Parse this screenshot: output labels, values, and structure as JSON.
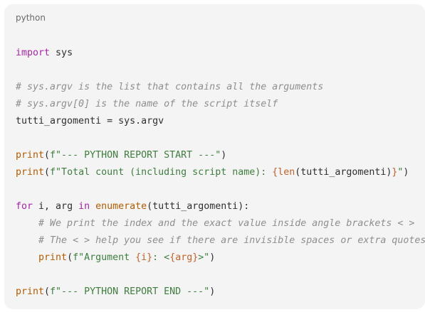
{
  "code_block": {
    "language_label": "python",
    "lines": [
      [
        {
          "t": "keyword",
          "v": "import"
        },
        {
          "t": "plain",
          "v": " sys"
        }
      ],
      [],
      [
        {
          "t": "comment",
          "v": "# sys.argv is the list that contains all the arguments"
        }
      ],
      [
        {
          "t": "comment",
          "v": "# sys.argv[0] is the name of the script itself"
        }
      ],
      [
        {
          "t": "plain",
          "v": "tutti_argomenti = sys.argv"
        }
      ],
      [],
      [
        {
          "t": "builtin",
          "v": "print"
        },
        {
          "t": "plain",
          "v": "("
        },
        {
          "t": "string",
          "v": "f\"--- PYTHON REPORT START ---\""
        },
        {
          "t": "plain",
          "v": ")"
        }
      ],
      [
        {
          "t": "builtin",
          "v": "print"
        },
        {
          "t": "plain",
          "v": "("
        },
        {
          "t": "string",
          "v": "f\"Total count (including script name): "
        },
        {
          "t": "interp",
          "v": "{len"
        },
        {
          "t": "plain",
          "v": "(tutti_argomenti)"
        },
        {
          "t": "interp",
          "v": "}"
        },
        {
          "t": "string",
          "v": "\""
        },
        {
          "t": "plain",
          "v": ")"
        }
      ],
      [],
      [
        {
          "t": "keyword",
          "v": "for"
        },
        {
          "t": "plain",
          "v": " i, arg "
        },
        {
          "t": "keyword",
          "v": "in"
        },
        {
          "t": "plain",
          "v": " "
        },
        {
          "t": "builtin",
          "v": "enumerate"
        },
        {
          "t": "plain",
          "v": "(tutti_argomenti):"
        }
      ],
      [
        {
          "t": "plain",
          "v": "    "
        },
        {
          "t": "comment",
          "v": "# We print the index and the exact value inside angle brackets < >"
        }
      ],
      [
        {
          "t": "plain",
          "v": "    "
        },
        {
          "t": "comment",
          "v": "# The < > help you see if there are invisible spaces or extra quotes"
        }
      ],
      [
        {
          "t": "plain",
          "v": "    "
        },
        {
          "t": "builtin",
          "v": "print"
        },
        {
          "t": "plain",
          "v": "("
        },
        {
          "t": "string",
          "v": "f\"Argument "
        },
        {
          "t": "interp",
          "v": "{i}"
        },
        {
          "t": "string",
          "v": ": <"
        },
        {
          "t": "interp",
          "v": "{arg}"
        },
        {
          "t": "string",
          "v": ">\""
        },
        {
          "t": "plain",
          "v": ")"
        }
      ],
      [],
      [
        {
          "t": "builtin",
          "v": "print"
        },
        {
          "t": "plain",
          "v": "("
        },
        {
          "t": "string",
          "v": "f\"--- PYTHON REPORT END ---\""
        },
        {
          "t": "plain",
          "v": ")"
        }
      ]
    ]
  }
}
